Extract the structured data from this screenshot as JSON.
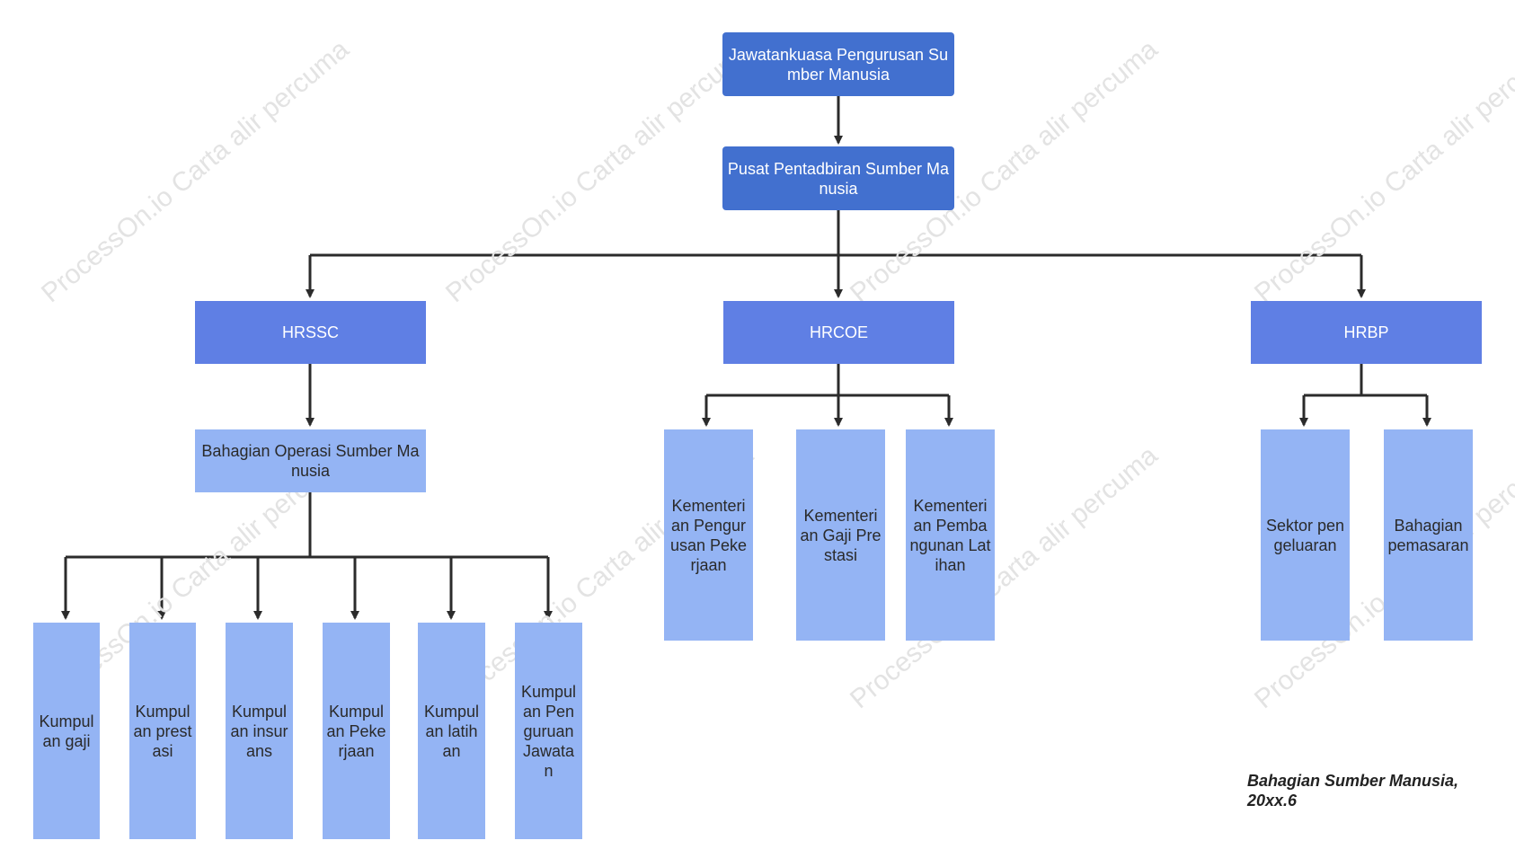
{
  "colors": {
    "top": "#4270cf",
    "mid": "#5f7fe4",
    "leaf": "#94b4f4",
    "connector": "#2b2b2b",
    "watermark": "#e3e3e3"
  },
  "watermark_text": "ProcessOn.io Carta alir percuma",
  "nodes": {
    "root": "Jawatankuasa Pengurusan Sumber Manusia",
    "center": "Pusat Pentadbiran Sumber Manusia",
    "hrssc": "HRSSC",
    "hrcoe": "HRCOE",
    "hrbp": "HRBP",
    "ops": "Bahagian Operasi Sumber Manusia",
    "kgaji": "Kumpulan gaji",
    "kprestasi": "Kumpulan prestasi",
    "kinsurans": "Kumpulan insurans",
    "kpekerjaan": "Kumpulan Pekerjaan",
    "klatihan": "Kumpulan latihan",
    "kpenguruan": "Kumpulan Penguruan Jawatan",
    "mpengurusan": "Kementerian Pengurusan Pekerjaan",
    "mgaji": "Kementerian Gaji Prestasi",
    "mpembangunan": "Kementerian Pembangunan Latihan",
    "sektor": "Sektor pengeluaran",
    "pemasaran": "Bahagian pemasaran"
  },
  "caption": "Bahagian Sumber Manusia, 20xx.6"
}
